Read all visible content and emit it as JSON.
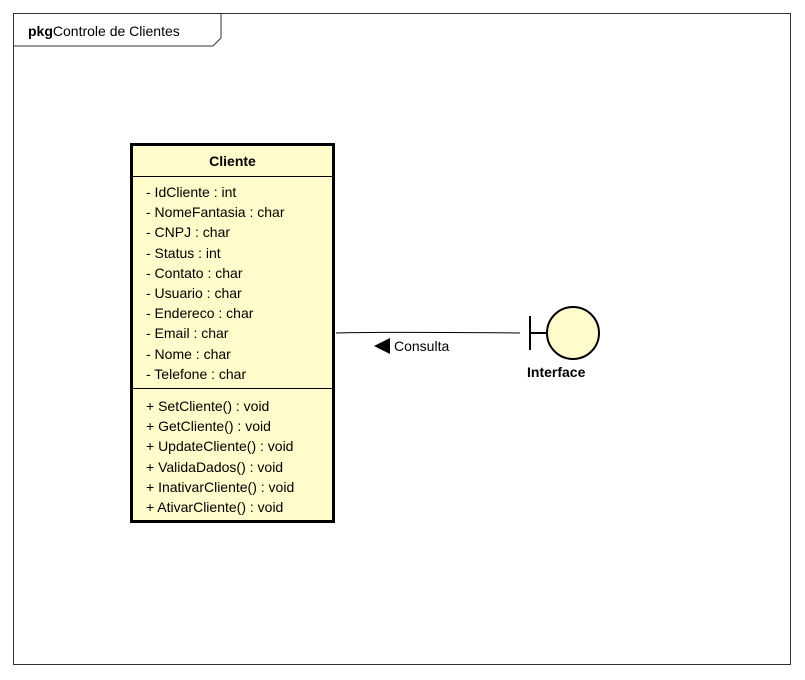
{
  "package": {
    "keyword": "pkg",
    "name": "Controle de Clientes"
  },
  "class": {
    "name": "Cliente",
    "attributes": [
      "- IdCliente : int",
      "- NomeFantasia : char",
      "- CNPJ : char",
      "- Status : int",
      "- Contato : char",
      "- Usuario : char",
      "- Endereco : char",
      "- Email : char",
      "- Nome : char",
      "- Telefone : char"
    ],
    "operations": [
      "+ SetCliente() : void",
      "+ GetCliente() : void",
      "+ UpdateCliente() : void",
      "+ ValidaDados() : void",
      "+ InativarCliente() : void",
      "+ AtivarCliente() : void"
    ]
  },
  "association": {
    "label": "Consulta",
    "direction": "left"
  },
  "boundary": {
    "name": "Interface"
  },
  "colors": {
    "class_fill": "#fffbca",
    "boundary_fill": "#fffbca",
    "line": "#000000"
  }
}
